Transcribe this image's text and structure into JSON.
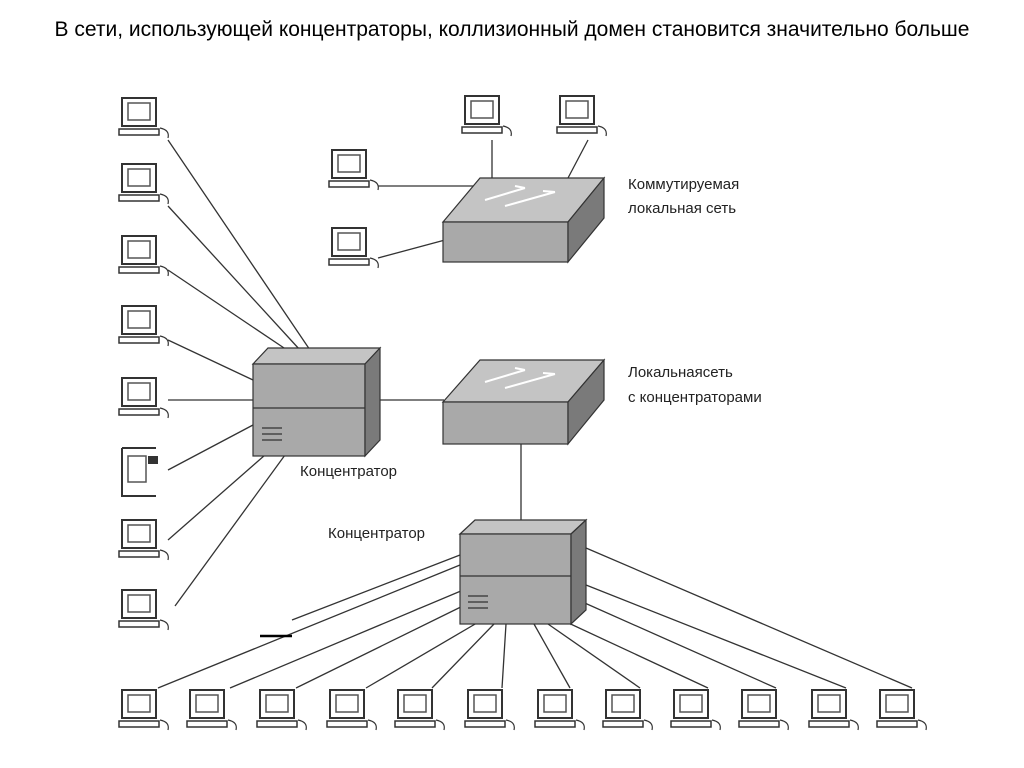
{
  "title": "В сети, использующей концентраторы, коллизионный домен становится значительно больше",
  "labels": {
    "switched_lan_line1": "Коммутируемая",
    "switched_lan_line2": "локальная сеть",
    "hub_lan_line1": "Локальнаясеть",
    "hub_lan_line2": "с концентраторами",
    "hub_left": "Концентратор",
    "hub_bottom": "Концентратор"
  },
  "colors": {
    "device_fill": "#a9a9a9",
    "device_dark": "#7a7a7a",
    "line": "#333333"
  }
}
